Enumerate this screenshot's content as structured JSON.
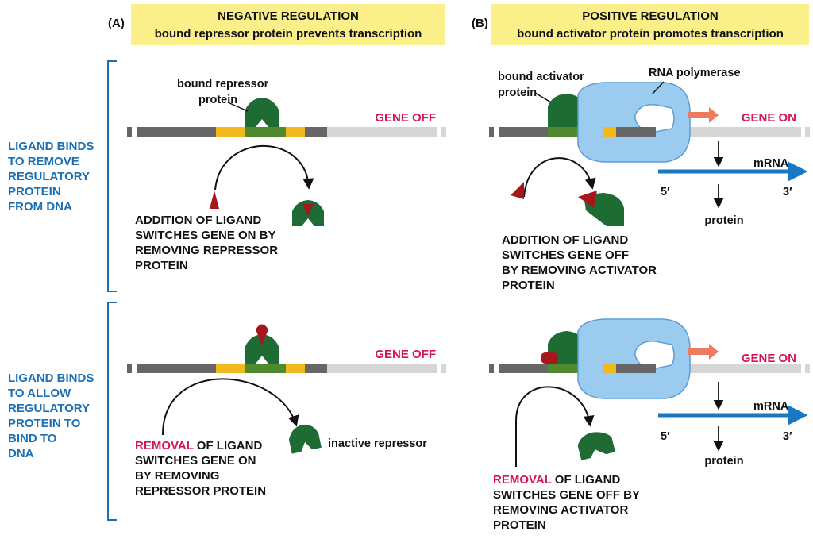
{
  "panels": {
    "a": {
      "letter": "(A)",
      "title": "NEGATIVE REGULATION",
      "subtitle": "bound repressor protein prevents transcription",
      "top": {
        "protein_label": [
          "bound repressor",
          "protein"
        ],
        "gene_state": "GENE OFF",
        "caption": [
          "ADDITION OF LIGAND",
          "SWITCHES GENE ON BY",
          "REMOVING REPRESSOR",
          "PROTEIN"
        ]
      },
      "bottom": {
        "gene_state": "GENE OFF",
        "caption_highlight": "REMOVAL",
        "caption_line1_rest": " OF LIGAND",
        "caption": [
          "SWITCHES GENE ON",
          "BY REMOVING",
          "REPRESSOR PROTEIN"
        ],
        "inactive_label": "inactive repressor"
      }
    },
    "b": {
      "letter": "(B)",
      "title": "POSITIVE REGULATION",
      "subtitle": "bound activator protein promotes transcription",
      "top": {
        "protein_label": [
          "bound activator",
          "protein"
        ],
        "polymerase_label": "RNA polymerase",
        "gene_state": "GENE ON",
        "mrna_label": "mRNA",
        "five_prime": "5′",
        "three_prime": "3′",
        "protein_product": "protein",
        "caption": [
          "ADDITION OF LIGAND",
          "SWITCHES GENE OFF",
          "BY REMOVING ACTIVATOR",
          "PROTEIN"
        ]
      },
      "bottom": {
        "gene_state": "GENE ON",
        "mrna_label": "mRNA",
        "five_prime": "5′",
        "three_prime": "3′",
        "protein_product": "protein",
        "caption_highlight": "REMOVAL",
        "caption_line1_rest": " OF LIGAND",
        "caption": [
          "SWITCHES GENE OFF BY",
          "REMOVING ACTIVATOR",
          "PROTEIN"
        ]
      }
    }
  },
  "side_labels": {
    "top": [
      "LIGAND BINDS",
      "TO REMOVE",
      "REGULATORY",
      "PROTEIN",
      "FROM DNA"
    ],
    "bottom": [
      "LIGAND BINDS",
      "TO ALLOW",
      "REGULATORY",
      "PROTEIN TO",
      "BIND TO",
      "DNA"
    ]
  },
  "colors": {
    "header_bg": "#fbef8a",
    "side_blue": "#1a6fb5",
    "highlight_red": "#d4145a",
    "protein_green": "#1f6b34",
    "ligand_red": "#a8161d",
    "polymerase_blue": "#9ccbf0",
    "mrna_blue": "#1a78c2",
    "promoter_yellow": "#f2b81e",
    "operator_green": "#4f8a2f",
    "dna_dark": "#666666",
    "dna_light": "#d6d6d6",
    "transcription_arrow": "#ef7b5e"
  }
}
